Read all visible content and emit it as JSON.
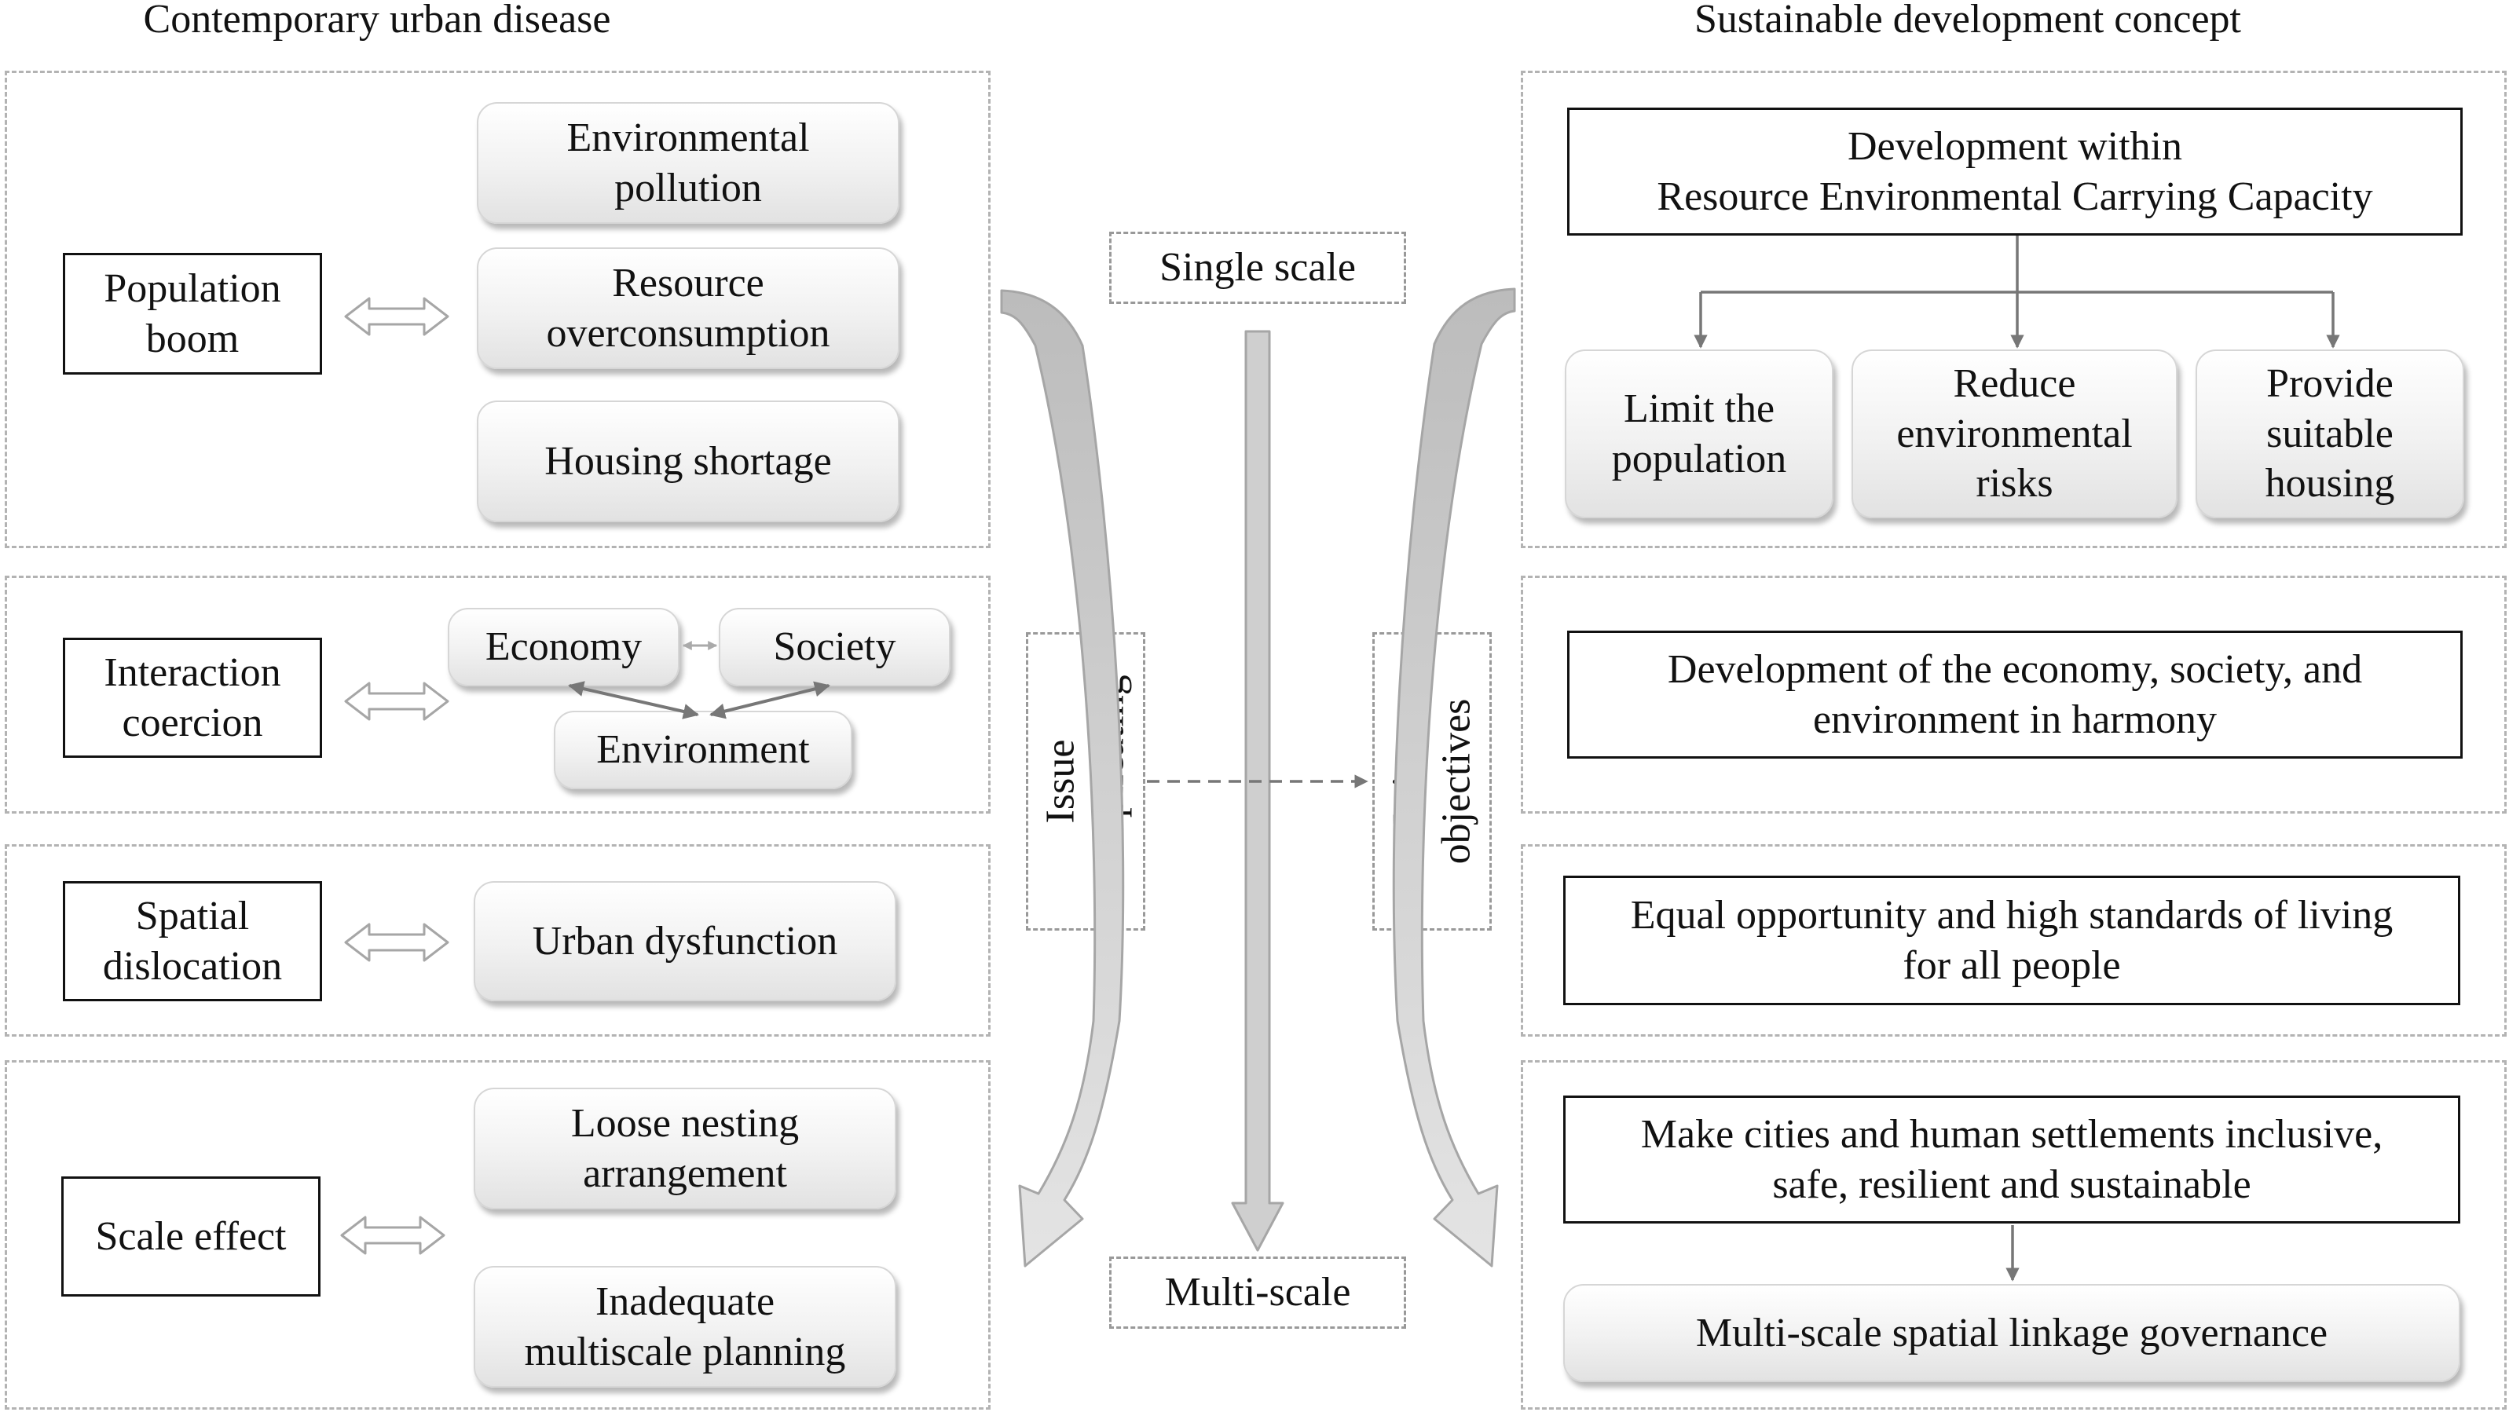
{
  "left_title": "Contemporary urban disease",
  "right_title": "Sustainable development concept",
  "left": {
    "causes": [
      "Population\nboom",
      "Interaction\ncoercion",
      "Spatial\ndislocation",
      "Scale effect"
    ],
    "problems": {
      "environmental_pollution": "Environmental\npollution",
      "resource_overconsumption": "Resource\noverconsumption",
      "housing_shortage": "Housing shortage",
      "economy": "Economy",
      "society": "Society",
      "environment": "Environment",
      "urban_dysfunction": "Urban dysfunction",
      "loose_nesting": "Loose nesting\narrangement",
      "inadequate_planning": "Inadequate\nmultiscale planning"
    }
  },
  "center": {
    "single_scale": "Single scale",
    "multi_scale": "Multi-scale",
    "issue_complicating": "Issue\ncomplicating",
    "various_objectives": "Various\nobjectives"
  },
  "right": {
    "carrying_capacity": "Development within\nResource Environmental Carrying Capacity",
    "limit_population": "Limit the\npopulation",
    "reduce_risks": "Reduce\nenvironmental\nrisks",
    "suitable_housing": "Provide\nsuitable\nhousing",
    "harmony": "Development of the economy, society, and\nenvironment in harmony",
    "equal_opportunity": "Equal opportunity and high standards of living\nfor all people",
    "inclusive_cities": "Make cities and human settlements inclusive,\nsafe, resilient and sustainable",
    "multiscale_governance": "Multi-scale spatial linkage governance"
  },
  "colors": {
    "arrow_fill": "#cccccc",
    "arrow_stroke": "#a6a6a6",
    "panel_border": "#b3b3b3",
    "connector": "#777777"
  }
}
